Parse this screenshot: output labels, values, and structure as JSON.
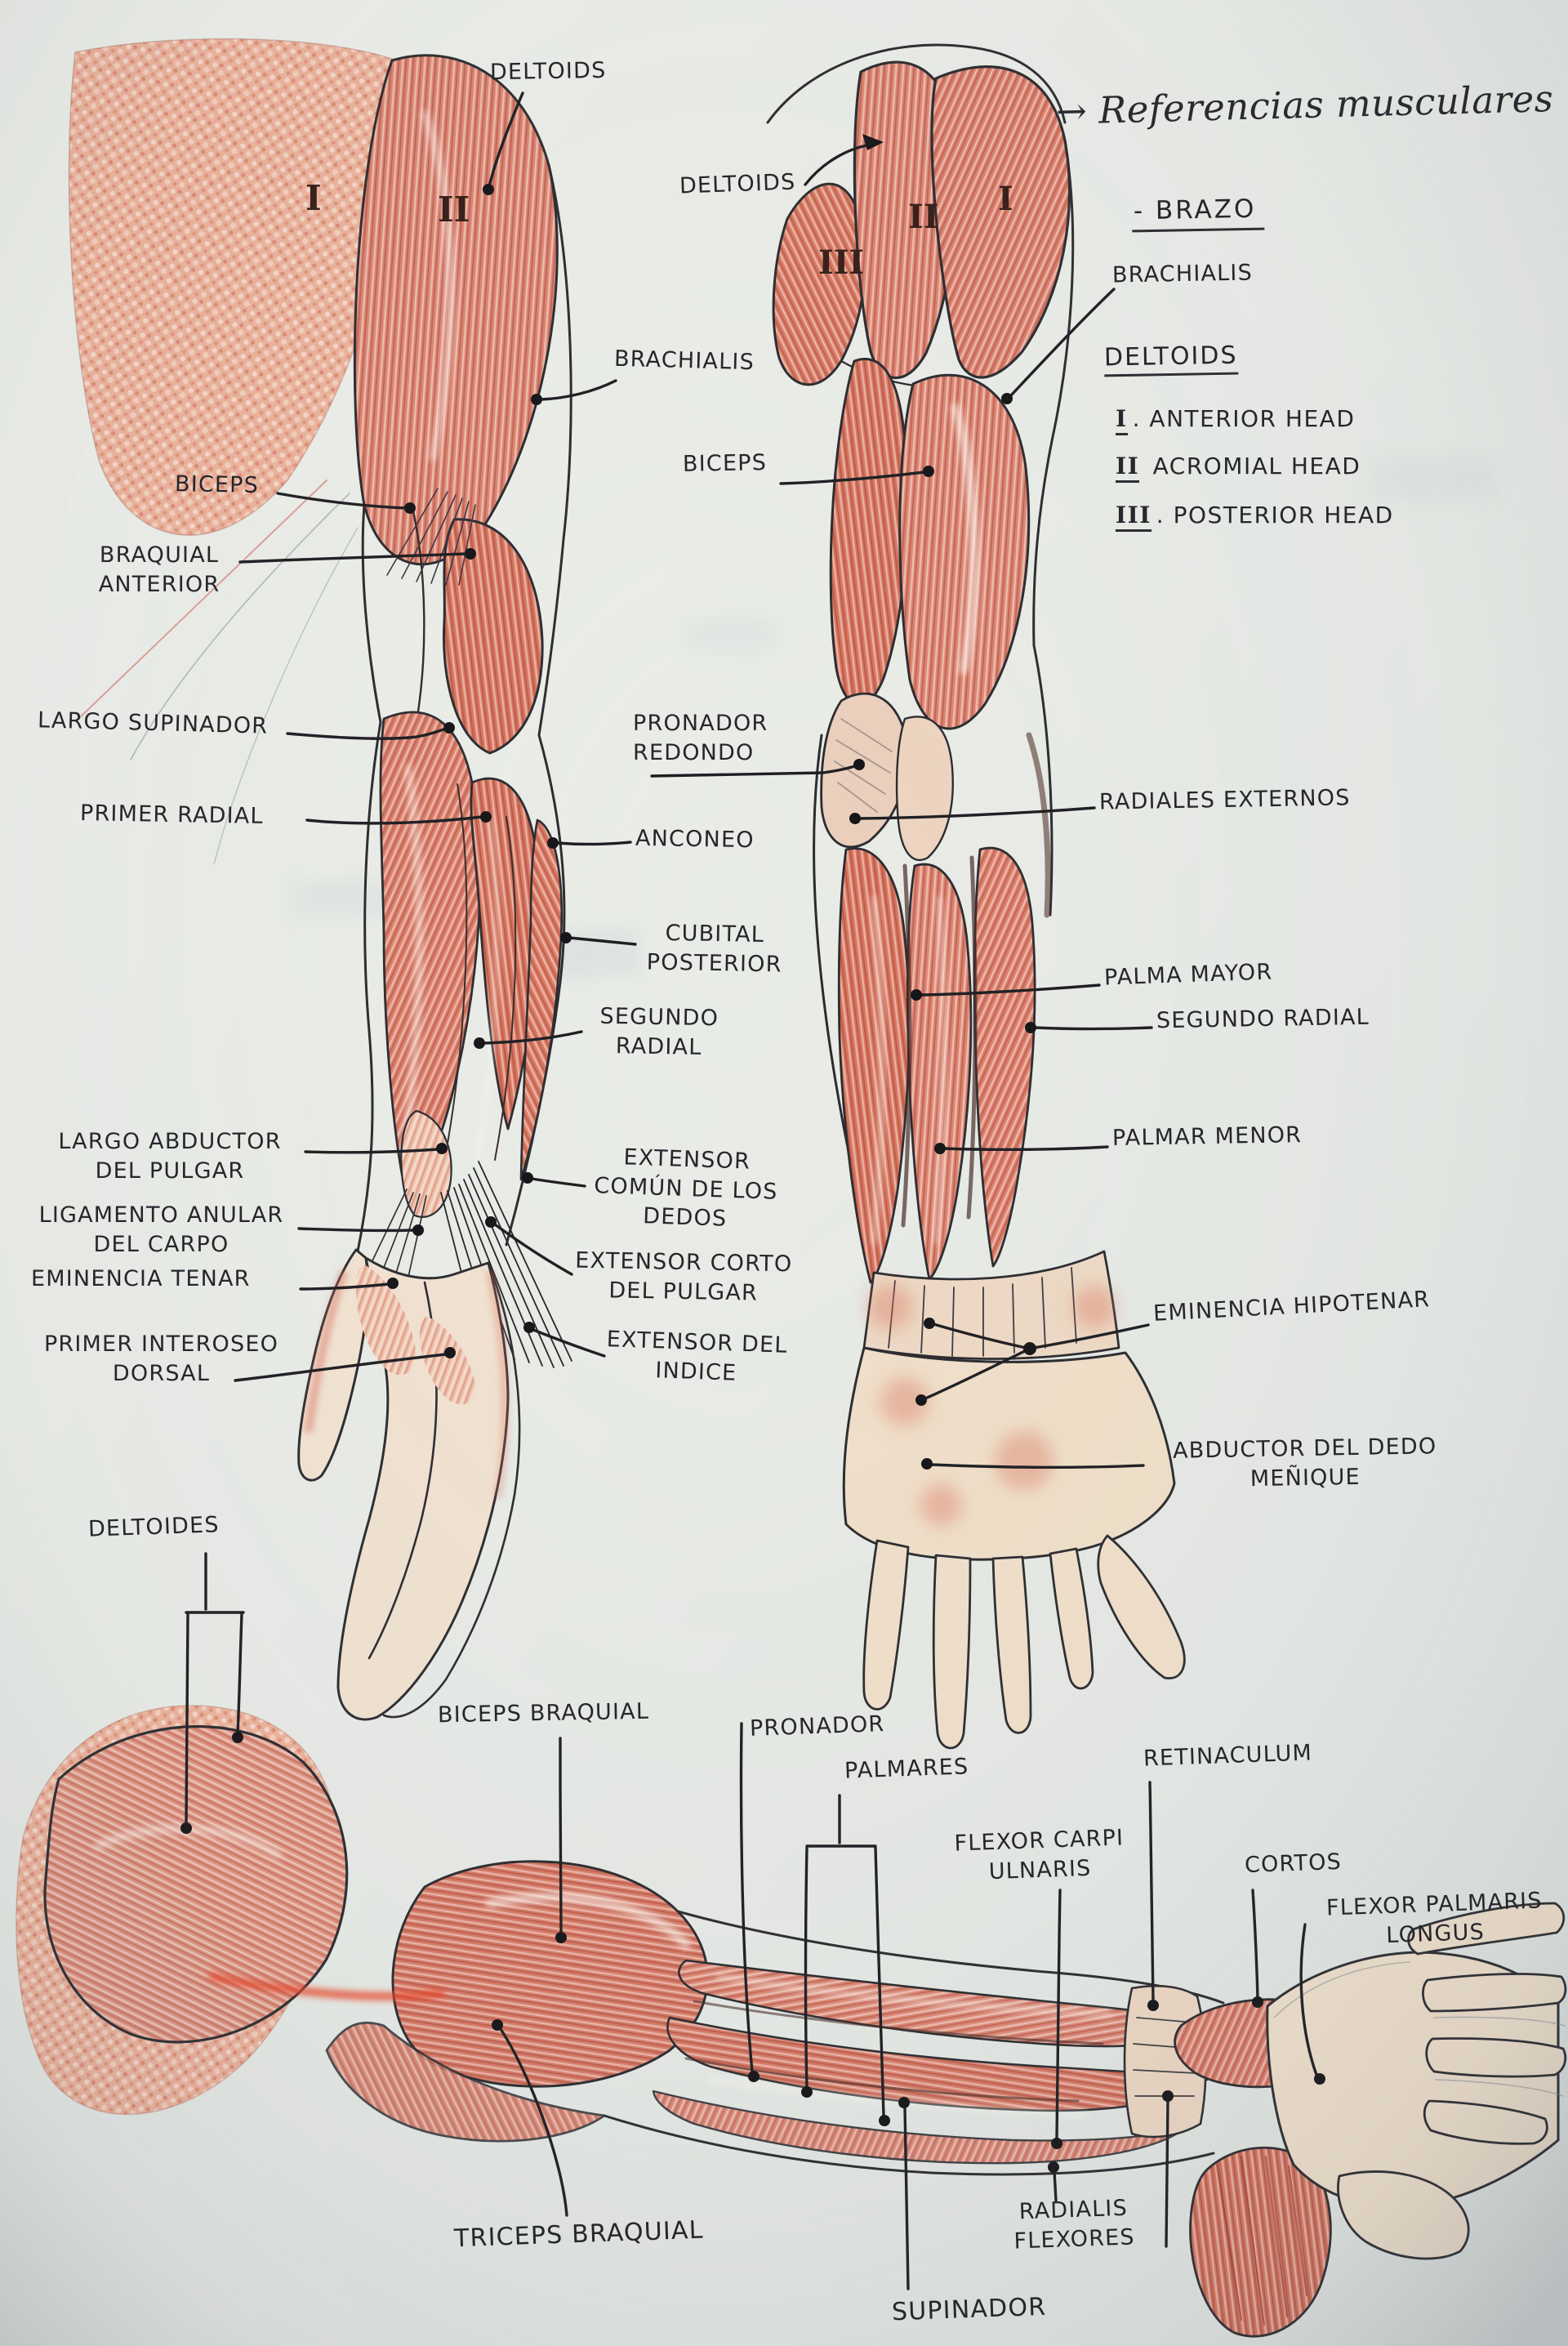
{
  "page": {
    "title_arrow": "→",
    "title": "Referencias musculares",
    "subtitle": "- BRAZO"
  },
  "legend": {
    "title": "DELTOIDS",
    "items": [
      {
        "num": "I",
        "text": ". ANTERIOR HEAD"
      },
      {
        "num": "II",
        "text": " ACROMIAL HEAD"
      },
      {
        "num": "III",
        "text": ". POSTERIOR HEAD"
      }
    ]
  },
  "figures": {
    "arm_back": {
      "numerals": {
        "head1": "I",
        "head2": "II"
      },
      "labels": {
        "deltoids": "DELTOIDS",
        "brachialis": "BRACHIALIS",
        "biceps": "BICEPS",
        "braquial_anterior": "BRAQUIAL\nANTERIOR",
        "largo_supinador": "LARGO SUPINADOR",
        "primer_radial": "PRIMER RADIAL",
        "anconeo": "ANCONEO",
        "cubital_posterior": "CUBITAL\nPOSTERIOR",
        "segundo_radial": "SEGUNDO\nRADIAL",
        "largo_abductor_del_pulgar": "LARGO ABDUCTOR\nDEL PULGAR",
        "ligamento_anular_del_carpo": "LIGAMENTO ANULAR\nDEL CARPO",
        "eminencia_tenar": "EMINENCIA TENAR",
        "primer_interoseo_dorsal": "PRIMER INTEROSEO\nDORSAL",
        "extensor_comun_de_los_dedos": "EXTENSOR\nCOMÚN DE LOS\nDEDOS",
        "extensor_corto_del_pulgar": "EXTENSOR CORTO\nDEL PULGAR",
        "extensor_del_indice": "EXTENSOR DEL\nINDICE"
      }
    },
    "arm_front": {
      "numerals": {
        "head1": "I",
        "head2": "II",
        "head3": "III"
      },
      "labels": {
        "deltoids": "DELTOIDS",
        "brachialis": "BRACHIALIS",
        "biceps": "BICEPS",
        "pronador_redondo_l1": "PRONADOR",
        "pronador_redondo_l2": "REDONDO",
        "radiales_externos": "RADIALES EXTERNOS",
        "palma_mayor": "PALMA MAYOR",
        "segundo_radial": "SEGUNDO RADIAL",
        "palmar_menor": "PALMAR MENOR",
        "eminencia_hipotenar": "EMINENCIA HIPOTENAR",
        "abductor_del_dedo_menique": "ABDUCTOR DEL DEDO\nMEÑIQUE"
      }
    },
    "arm_bottom": {
      "labels": {
        "deltoides": "DELTOIDES",
        "biceps_braquial": "BICEPS BRAQUIAL",
        "pronador": "PRONADOR",
        "palmares": "PALMARES",
        "flexor_carpi_ulnaris": "FLEXOR CARPI\nULNARIS",
        "retinaculum": "RETINACULUM",
        "cortos": "CORTOS",
        "flexor_palmaris_longus": "FLEXOR PALMARIS\nLONGUS",
        "triceps_braquial": "TRICEPS BRAQUIAL",
        "radialis_flexores": "RADIALIS\nFLEXORES",
        "supinador": "SUPINADOR"
      }
    }
  },
  "colors": {
    "paper": "#e8ebe6",
    "ink": "#26262c",
    "muscle_red": "#db7f6b",
    "muscle_deep": "#a93a2c",
    "skin": "#f0dfc9",
    "outline": "#2b2b2f"
  }
}
